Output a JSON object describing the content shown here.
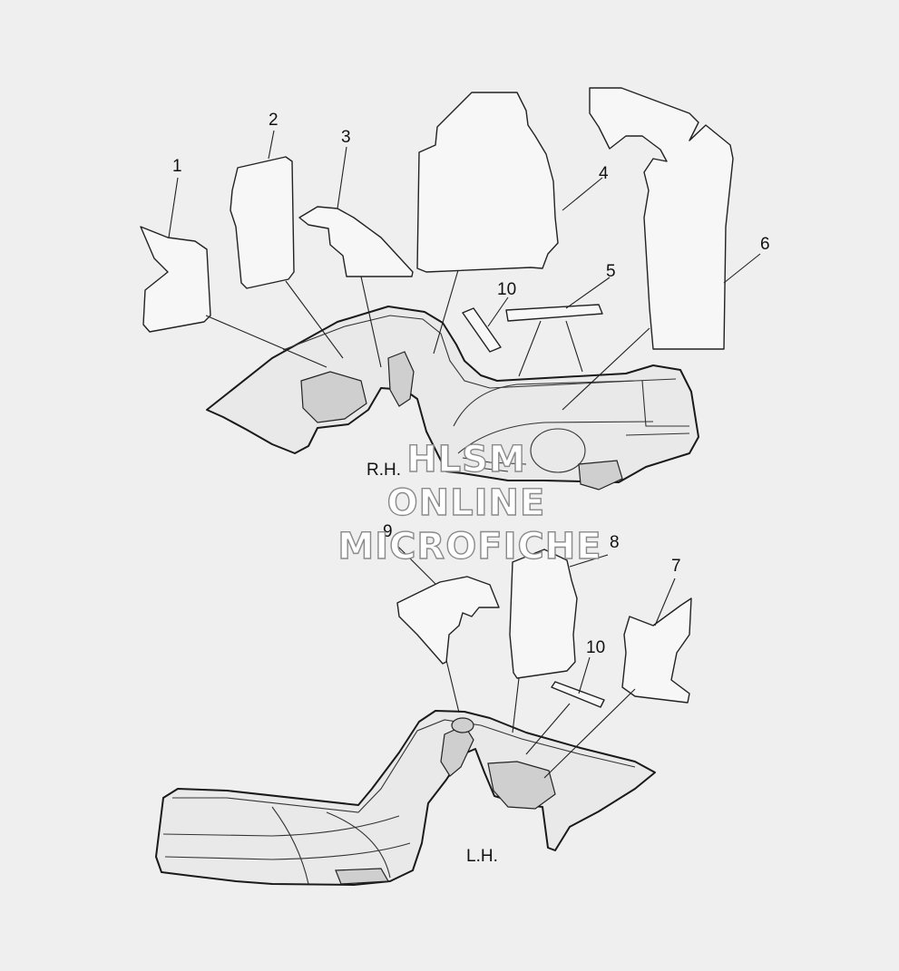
{
  "callouts": [
    {
      "id": "1",
      "label": "1"
    },
    {
      "id": "2",
      "label": "2"
    },
    {
      "id": "3",
      "label": "3"
    },
    {
      "id": "4",
      "label": "4"
    },
    {
      "id": "5",
      "label": "5"
    },
    {
      "id": "6",
      "label": "6"
    },
    {
      "id": "7",
      "label": "7"
    },
    {
      "id": "8",
      "label": "8"
    },
    {
      "id": "9",
      "label": "9"
    },
    {
      "id": "10a",
      "label": "10"
    },
    {
      "id": "10b",
      "label": "10"
    }
  ],
  "labels": {
    "right_side": "R.H.",
    "left_side": "L.H."
  },
  "watermark": {
    "line1": "HLSM",
    "line2": "ONLINE",
    "line3": "MICROFICHE"
  },
  "colors": {
    "background": "#efefef",
    "line": "#222222",
    "part_fill": "#f7f7f7",
    "watermark_stroke": "#8a8a8a"
  }
}
